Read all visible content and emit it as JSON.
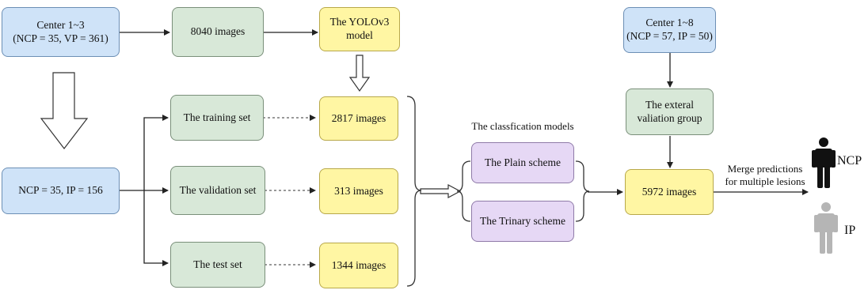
{
  "boxes": {
    "center_1_3": "Center 1~3\n(NCP = 35, VP = 361)",
    "images_8040": "8040 images",
    "yolo_model": "The YOLOv3\nmodel",
    "center_1_8": "Center 1~8\n(NCP = 57, IP = 50)",
    "ncp_ip": "NCP = 35, IP = 156",
    "training_set": "The training set",
    "validation_set": "The validation set",
    "test_set": "The test set",
    "images_2817": "2817 images",
    "images_313": "313 images",
    "images_1344": "1344 images",
    "plain_scheme": "The Plain scheme",
    "trinary_scheme": "The Trinary scheme",
    "external_group": "The exteral\nvaliation group",
    "images_5972": "5972 images"
  },
  "labels": {
    "classification_models": "The classfication models",
    "merge_predictions": "Merge predictions\nfor multiple lesions",
    "ncp": "NCP",
    "ip": "IP"
  },
  "colors": {
    "blue": "#cfe3f8",
    "green": "#d8e8d8",
    "yellow": "#fff6a3",
    "purple": "#e6d8f5",
    "ncp_person": "#111111",
    "ip_person": "#b5b5b5"
  }
}
